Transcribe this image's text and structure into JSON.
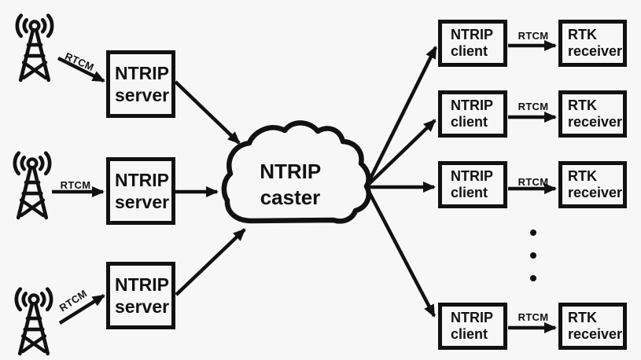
{
  "colors": {
    "background": "#f7f7f7",
    "ink": "#111111"
  },
  "left": [
    {
      "antenna_icon": "radio-tower-icon",
      "rtcm_label": "RTCM",
      "server": {
        "line1": "NTRIP",
        "line2": "server"
      }
    },
    {
      "antenna_icon": "radio-tower-icon",
      "rtcm_label": "RTCM",
      "server": {
        "line1": "NTRIP",
        "line2": "server"
      }
    },
    {
      "antenna_icon": "radio-tower-icon",
      "rtcm_label": "RTCM",
      "server": {
        "line1": "NTRIP",
        "line2": "server"
      }
    }
  ],
  "caster": {
    "icon": "cloud-icon",
    "line1": "NTRIP",
    "line2": "caster"
  },
  "right": [
    {
      "client": {
        "line1": "NTRIP",
        "line2": "client"
      },
      "rtcm_label": "RTCM",
      "receiver": {
        "line1": "RTK",
        "line2": "receiver"
      }
    },
    {
      "client": {
        "line1": "NTRIP",
        "line2": "client"
      },
      "rtcm_label": "RTCM",
      "receiver": {
        "line1": "RTK",
        "line2": "receiver"
      }
    },
    {
      "client": {
        "line1": "NTRIP",
        "line2": "client"
      },
      "rtcm_label": "RTCM",
      "receiver": {
        "line1": "RTK",
        "line2": "receiver"
      }
    },
    {
      "client": {
        "line1": "NTRIP",
        "line2": "client"
      },
      "rtcm_label": "RTCM",
      "receiver": {
        "line1": "RTK",
        "line2": "receiver"
      }
    }
  ],
  "ellipsis_icon": "vertical-ellipsis-icon"
}
